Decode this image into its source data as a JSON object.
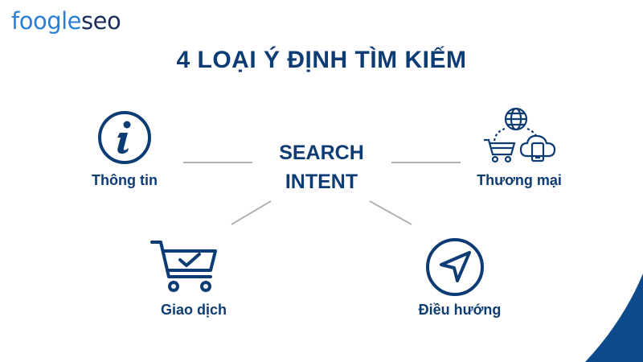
{
  "logo": {
    "part1": "foogle",
    "part2": "seo"
  },
  "title": "4 LOẠI Ý ĐỊNH TÌM KIẾM",
  "center": {
    "line1": "SEARCH",
    "line2": "INTENT"
  },
  "intents": {
    "info": {
      "label": "Thông tin",
      "icon": "info-icon"
    },
    "commercial": {
      "label": "Thương mại",
      "icon": "globe-cart-cloud-icon"
    },
    "transactional": {
      "label": "Giao dịch",
      "icon": "cart-check-icon"
    },
    "navigational": {
      "label": "Điều hướng",
      "icon": "navigation-arrow-icon"
    }
  },
  "colors": {
    "primary": "#0d3c74",
    "accent": "#2b7fd4",
    "connector": "#b3b3b3",
    "corner": "#0d4a8c"
  }
}
